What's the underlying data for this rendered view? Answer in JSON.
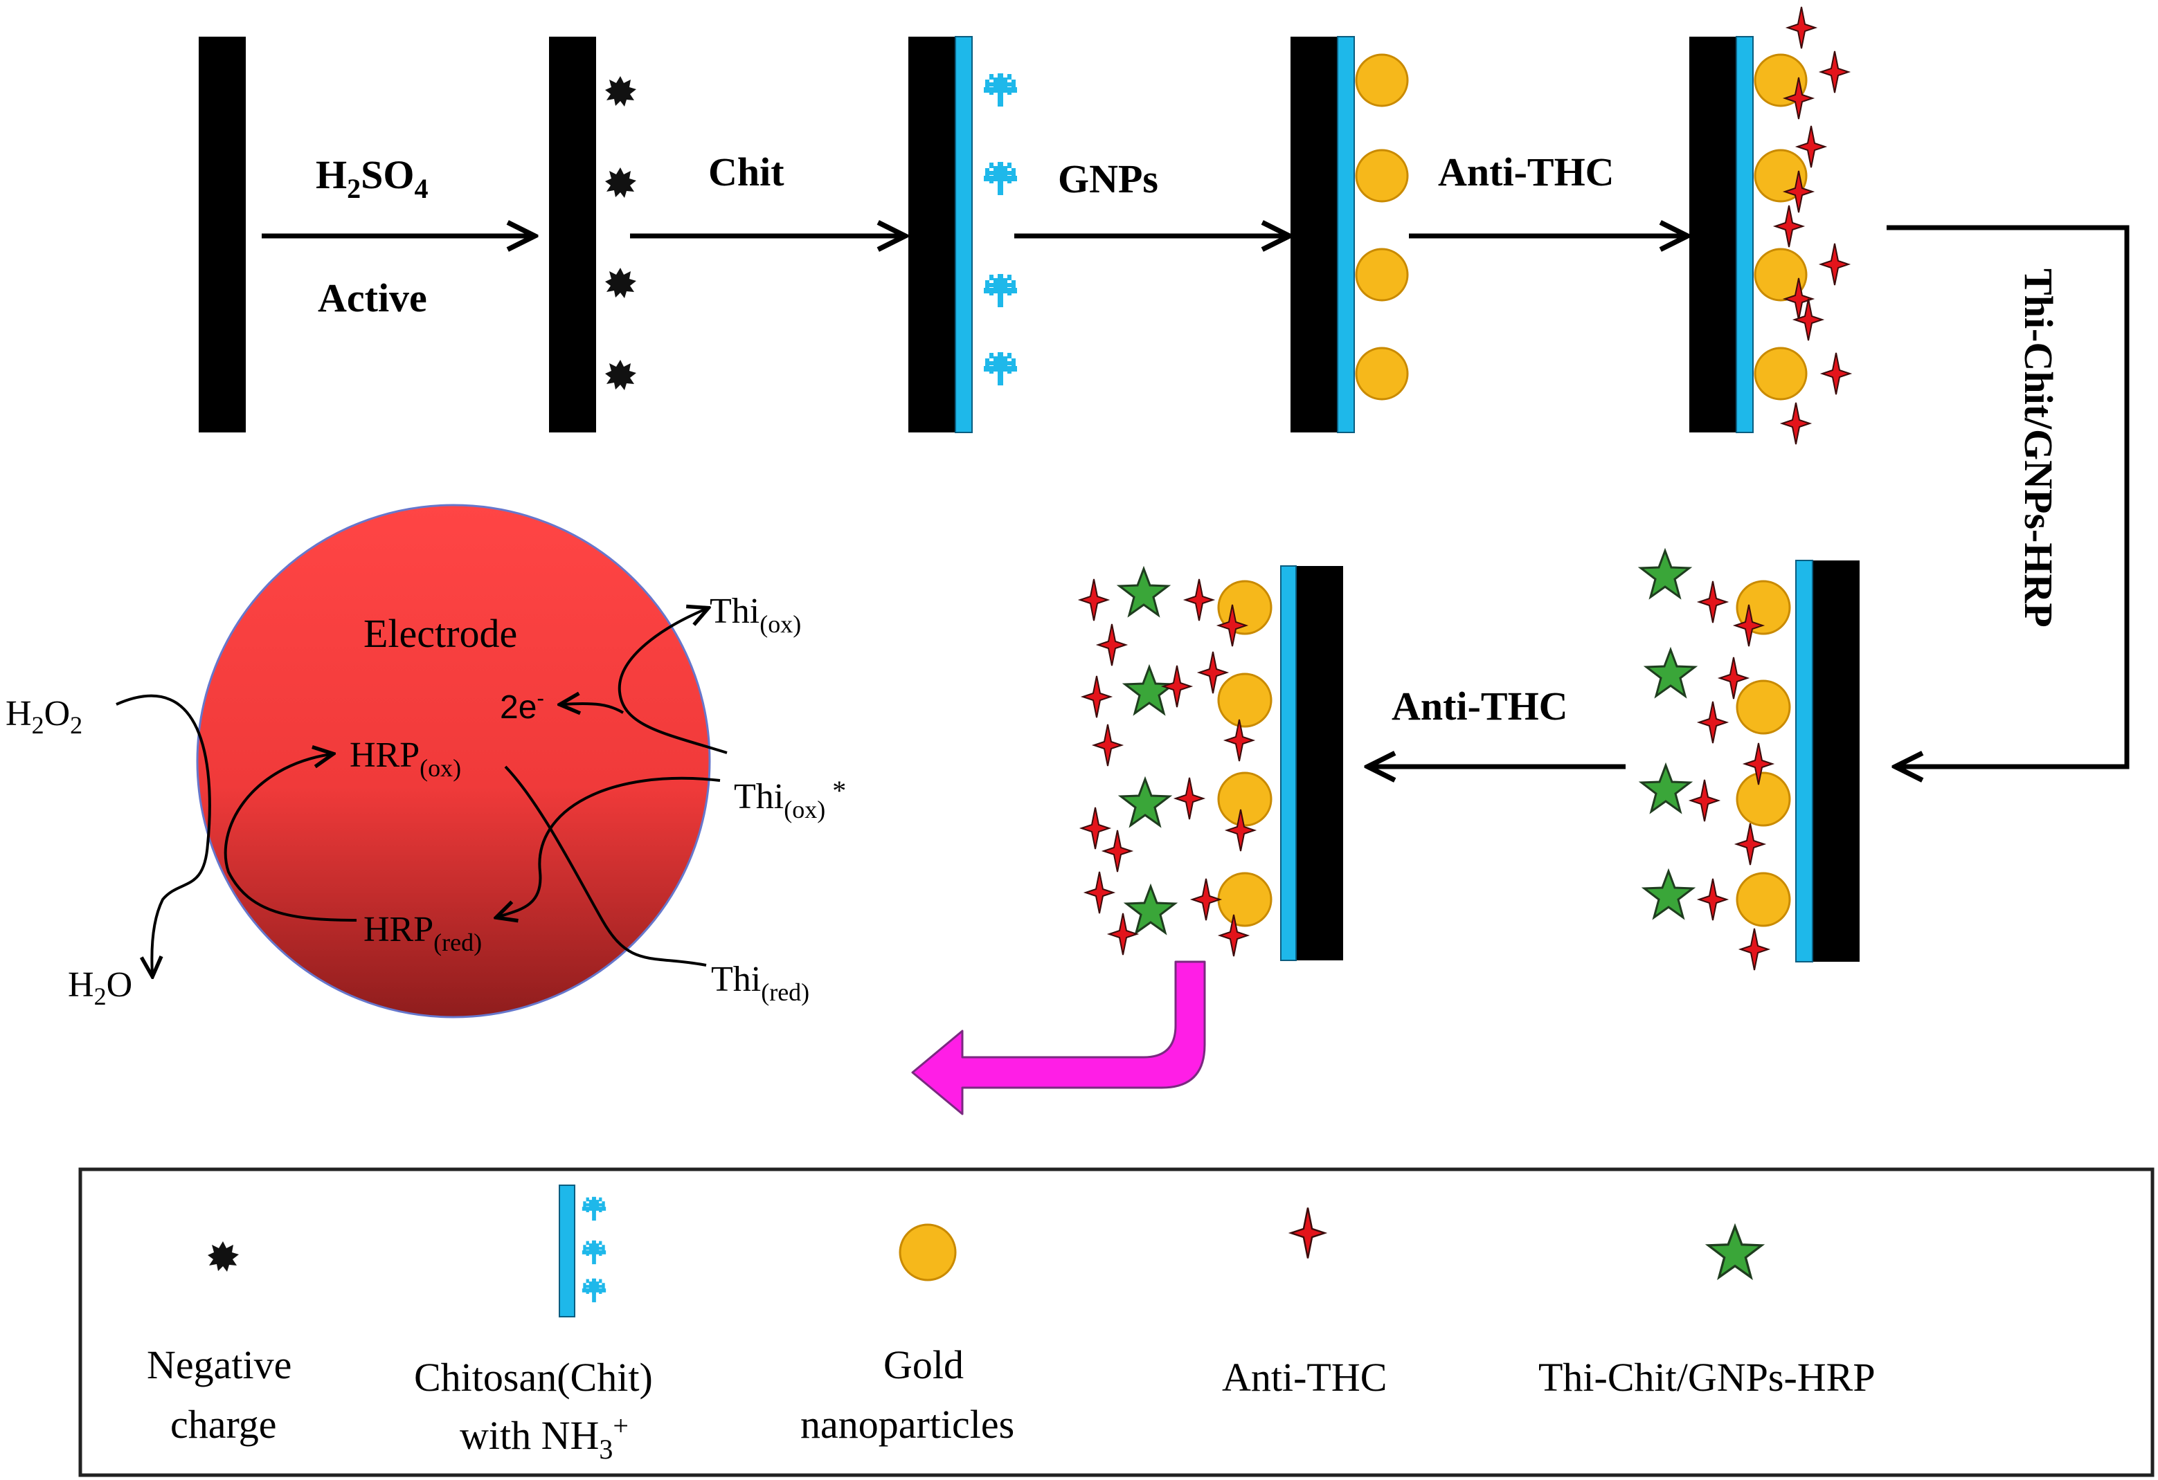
{
  "steps": {
    "h2so4": {
      "main": "H",
      "sub1": "2",
      "mid": "SO",
      "sub2": "4"
    },
    "active": "Active",
    "chit": "Chit",
    "gnps": "GNPs",
    "anti_thc_top": "Anti-THC",
    "thi_chit_vertical": "Thi-Chit/GNPs-HRP",
    "anti_thc_bottom": "Anti-THC"
  },
  "mechanism": {
    "electrode": "Electrode",
    "thi_ox": {
      "main": "Thi",
      "sub": "(ox)"
    },
    "two_e": {
      "main": "2e",
      "sup": "-"
    },
    "h2o2": {
      "main": "H",
      "sub1": "2",
      "mid": "O",
      "sub2": "2"
    },
    "hrp_ox": {
      "main": "HRP",
      "sub": "(ox)"
    },
    "thi_ox_star": {
      "main": "Thi",
      "sub": "(ox)",
      "tail": " *"
    },
    "hrp_red": {
      "main": "HRP",
      "sub": "(red)"
    },
    "h2o": {
      "main": "H",
      "sub": "2",
      "tail": "O"
    },
    "thi_red": {
      "main": "Thi",
      "sub": "(red)"
    }
  },
  "legend": {
    "negative_charge": [
      "Negative",
      "charge"
    ],
    "chitosan": {
      "line1": "Chitosan(Chit)",
      "line2_main": "with NH",
      "line2_sub": "3",
      "line2_sup": "+"
    },
    "gold": [
      "Gold",
      "nanoparticles"
    ],
    "anti_thc": "Anti-THC",
    "thi_chit": "Thi-Chit/GNPs-HRP"
  },
  "colors": {
    "electrode": "#000000",
    "chitosan": "#1eb8ea",
    "gold": "#f6b81b",
    "gold_stroke": "#c98a00",
    "anti_thc": "#e3141b",
    "thi_star": "#3aa639",
    "electrode_ball_top": "#ff4040",
    "electrode_ball_bottom": "#8a1a1a",
    "magenta_arrow": "#ff1ee6"
  }
}
